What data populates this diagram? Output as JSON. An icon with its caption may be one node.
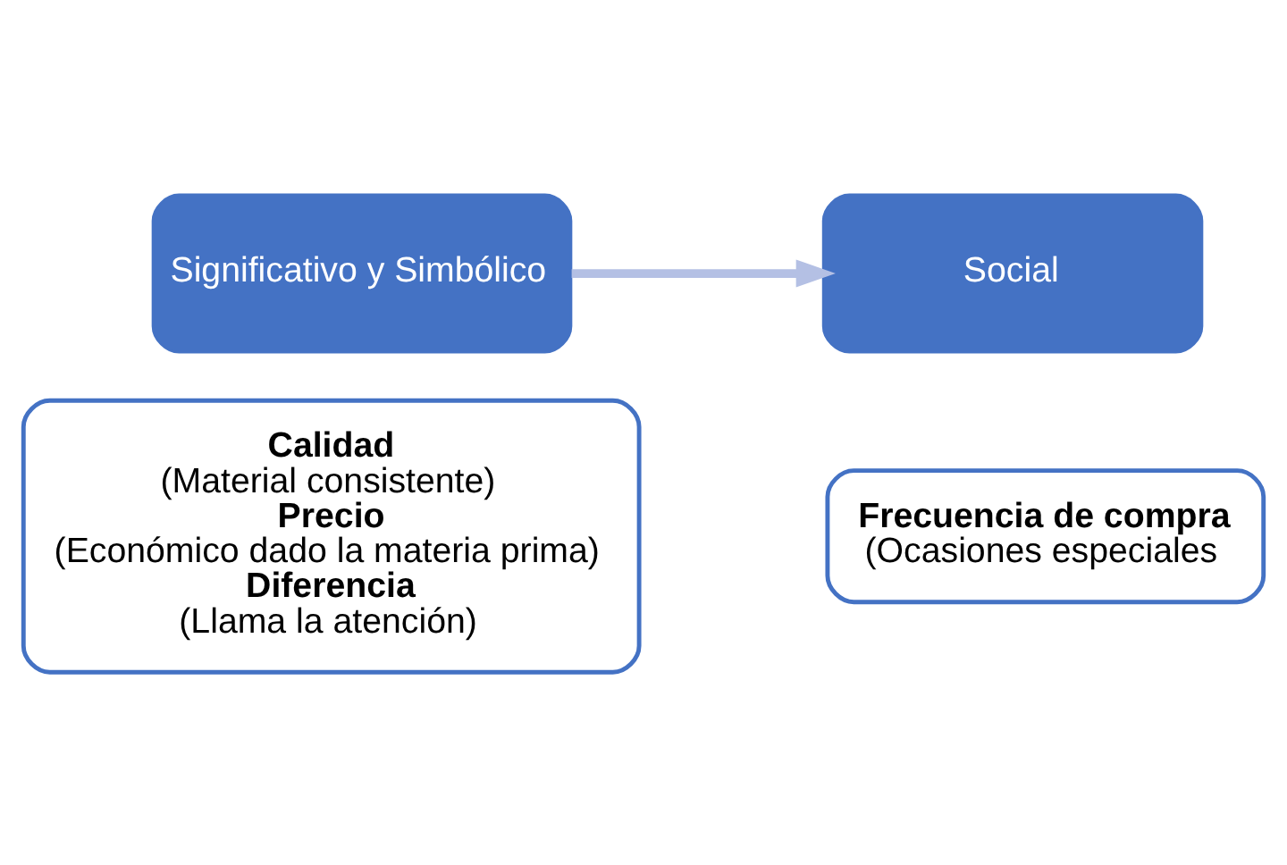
{
  "diagram": {
    "nodes": [
      {
        "text": [
          "Significativo y Simbólico"
        ]
      },
      {
        "text": [
          "Calidad",
          "(Material consistente)",
          "Precio",
          "(Económico dado la materia prima)",
          "Diferencia",
          "(Llama la atención)"
        ]
      },
      {
        "text": [
          "Social"
        ]
      },
      {
        "text": [
          "Frecuencia de compra",
          "(Ocasiones especiales"
        ]
      }
    ],
    "edges": [
      {
        "from": 0,
        "to": 2,
        "arrow": "to",
        "color": "#b4c0e4"
      }
    ]
  }
}
